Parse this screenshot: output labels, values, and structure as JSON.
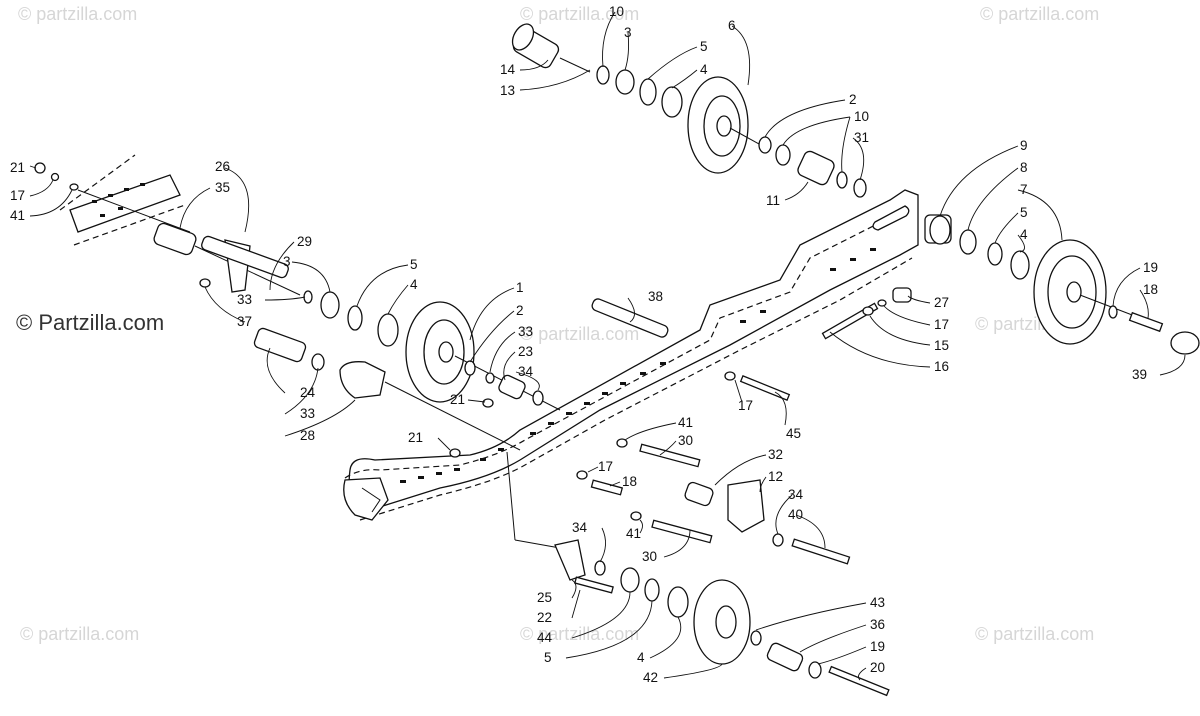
{
  "watermark": {
    "main": "© Partzilla.com",
    "faint": "© partzilla.com"
  },
  "callouts": [
    {
      "id": "c10a",
      "text": "10"
    },
    {
      "id": "c3a",
      "text": "3"
    },
    {
      "id": "c6",
      "text": "6"
    },
    {
      "id": "c5a",
      "text": "5"
    },
    {
      "id": "c4a",
      "text": "4"
    },
    {
      "id": "c14",
      "text": "14"
    },
    {
      "id": "c13",
      "text": "13"
    },
    {
      "id": "c2a",
      "text": "2"
    },
    {
      "id": "c10b",
      "text": "10"
    },
    {
      "id": "c31",
      "text": "31"
    },
    {
      "id": "c11",
      "text": "11"
    },
    {
      "id": "c9",
      "text": "9"
    },
    {
      "id": "c8",
      "text": "8"
    },
    {
      "id": "c7",
      "text": "7"
    },
    {
      "id": "c5b",
      "text": "5"
    },
    {
      "id": "c4b",
      "text": "4"
    },
    {
      "id": "c19a",
      "text": "19"
    },
    {
      "id": "c18a",
      "text": "18"
    },
    {
      "id": "c39",
      "text": "39"
    },
    {
      "id": "c27",
      "text": "27"
    },
    {
      "id": "c17a",
      "text": "17"
    },
    {
      "id": "c15",
      "text": "15"
    },
    {
      "id": "c16",
      "text": "16"
    },
    {
      "id": "c21a",
      "text": "21"
    },
    {
      "id": "c17b",
      "text": "17"
    },
    {
      "id": "c41a",
      "text": "41"
    },
    {
      "id": "c26",
      "text": "26"
    },
    {
      "id": "c35",
      "text": "35"
    },
    {
      "id": "c29",
      "text": "29"
    },
    {
      "id": "c3b",
      "text": "3"
    },
    {
      "id": "c5c",
      "text": "5"
    },
    {
      "id": "c4c",
      "text": "4"
    },
    {
      "id": "c33a",
      "text": "33"
    },
    {
      "id": "c37",
      "text": "37"
    },
    {
      "id": "c38",
      "text": "38"
    },
    {
      "id": "c1",
      "text": "1"
    },
    {
      "id": "c2b",
      "text": "2"
    },
    {
      "id": "c33b",
      "text": "33"
    },
    {
      "id": "c23",
      "text": "23"
    },
    {
      "id": "c34a",
      "text": "34"
    },
    {
      "id": "c24",
      "text": "24"
    },
    {
      "id": "c33c",
      "text": "33"
    },
    {
      "id": "c28",
      "text": "28"
    },
    {
      "id": "c21b",
      "text": "21"
    },
    {
      "id": "c21c",
      "text": "21"
    },
    {
      "id": "c17c",
      "text": "17"
    },
    {
      "id": "c45",
      "text": "45"
    },
    {
      "id": "c41b",
      "text": "41"
    },
    {
      "id": "c30a",
      "text": "30"
    },
    {
      "id": "c17d",
      "text": "17"
    },
    {
      "id": "c18b",
      "text": "18"
    },
    {
      "id": "c32",
      "text": "32"
    },
    {
      "id": "c12",
      "text": "12"
    },
    {
      "id": "c34b",
      "text": "34"
    },
    {
      "id": "c40",
      "text": "40"
    },
    {
      "id": "c34c",
      "text": "34"
    },
    {
      "id": "c41c",
      "text": "41"
    },
    {
      "id": "c30b",
      "text": "30"
    },
    {
      "id": "c25",
      "text": "25"
    },
    {
      "id": "c22",
      "text": "22"
    },
    {
      "id": "c44",
      "text": "44"
    },
    {
      "id": "c5d",
      "text": "5"
    },
    {
      "id": "c4d",
      "text": "4"
    },
    {
      "id": "c42",
      "text": "42"
    },
    {
      "id": "c43",
      "text": "43"
    },
    {
      "id": "c36",
      "text": "36"
    },
    {
      "id": "c19b",
      "text": "19"
    },
    {
      "id": "c20",
      "text": "20"
    }
  ]
}
